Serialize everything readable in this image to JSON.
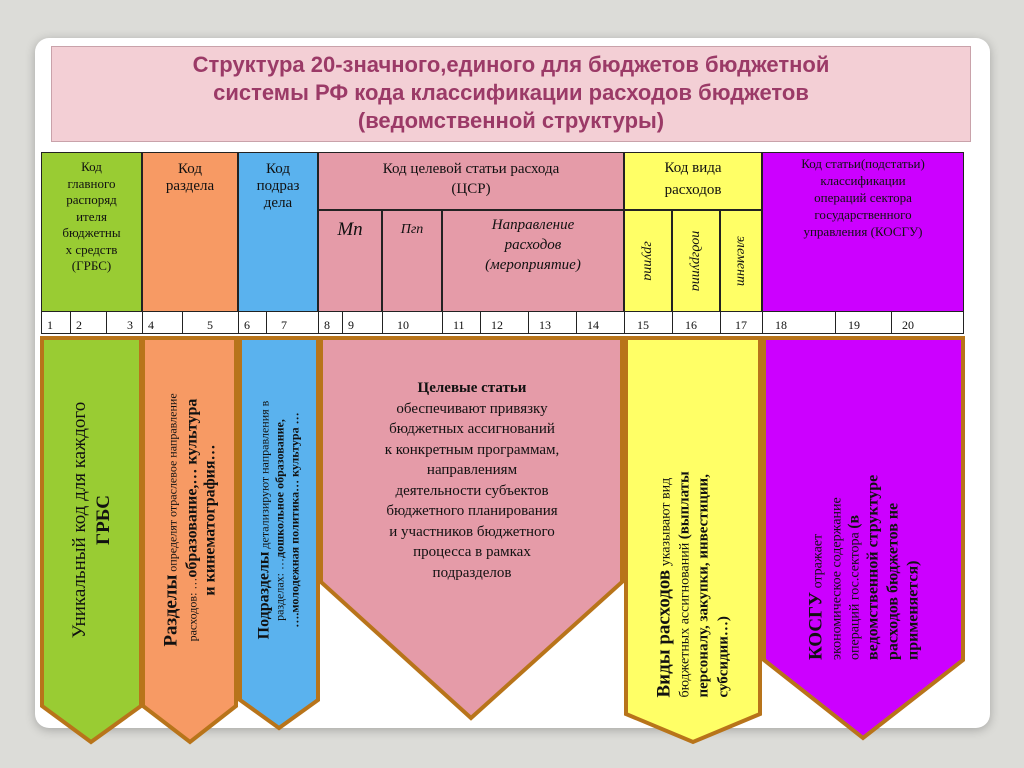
{
  "title": {
    "line1": "Структура 20-значного,единого для бюджетов бюджетной",
    "line2": "системы РФ кода классификации расходов бюджетов",
    "line3": "(ведомственной структуры)"
  },
  "headers": {
    "grbs": [
      "Код",
      "главного",
      "распоряд",
      "ителя",
      "бюджетны",
      "х средств",
      "(ГРБС)"
    ],
    "razdel": [
      "Код",
      "раздела"
    ],
    "podrazdel": [
      "Код",
      "подраз",
      "дела"
    ],
    "csr": [
      "Код целевой статьи расхода",
      "(ЦСР)"
    ],
    "csr_mp": "Мп",
    "csr_pgp": "Пгп",
    "csr_napr": [
      "Направление",
      "расходов",
      "(мероприятие)"
    ],
    "vid": [
      "Код вида",
      "расходов"
    ],
    "vid_gruppa": "группа",
    "vid_podgruppa": "подгруппа",
    "vid_element": "элемент",
    "kosgu": [
      "Код статьи(подстатьи)",
      "классификации",
      "операций сектора",
      "государственного",
      "управления (КОСГУ)"
    ]
  },
  "numbers": [
    "1",
    "2",
    "3",
    "4",
    "5",
    "6",
    "7",
    "8",
    "9",
    "10",
    "11",
    "12",
    "13",
    "14",
    "15",
    "16",
    "17",
    "18",
    "19",
    "20"
  ],
  "arrows": {
    "grbs": {
      "line1": "Уникальный код для каждого",
      "line2": "ГРБС"
    },
    "razdel": {
      "bold1": "Разделы",
      "text1": " определят отраслевое направление",
      "text2": "расходов: …",
      "bold2": "образование,…  культура",
      "bold3": "и кинематография…"
    },
    "podrazdel": {
      "bold1": "Подразделы",
      "text1": "  детализируют  направления в",
      "text2": "разделах: …",
      "bold2": "дошкольное образование,",
      "bold3": "….молодежная политика…  культура …"
    },
    "csr": {
      "bold": "Целевые статьи",
      "text": [
        "обеспечивают привязку",
        "бюджетных ассигнований",
        "к конкретным программам,",
        "направлениям",
        "деятельности субъектов",
        "бюджетного планирования",
        "и участников бюджетного",
        "процесса в рамках",
        "подразделов"
      ]
    },
    "vid": {
      "bold1": "Виды расходов",
      "text1": "  указывают вид",
      "text2": "бюджетных ассигнований  ",
      "bold2": "(выплаты",
      "bold3": "персоналу, закупки, инвестиции,",
      "bold4": "субсидии…)"
    },
    "kosgu": {
      "bold1": "КОСГУ",
      "text1": " отражает",
      "text2": "экономическое содержание",
      "text3": "операций гос.сектора  ",
      "bold2": "(в",
      "bold3": "ведомственной структуре",
      "bold4": "расходов бюджетов не",
      "bold5": "применяется)"
    }
  },
  "colors": {
    "green": "#99cc33",
    "orange": "#f79a64",
    "blue": "#5ab2ee",
    "pink": "#e59ba8",
    "yellow": "#ffff66",
    "purple": "#cc00ff",
    "border": "#b8741a"
  }
}
